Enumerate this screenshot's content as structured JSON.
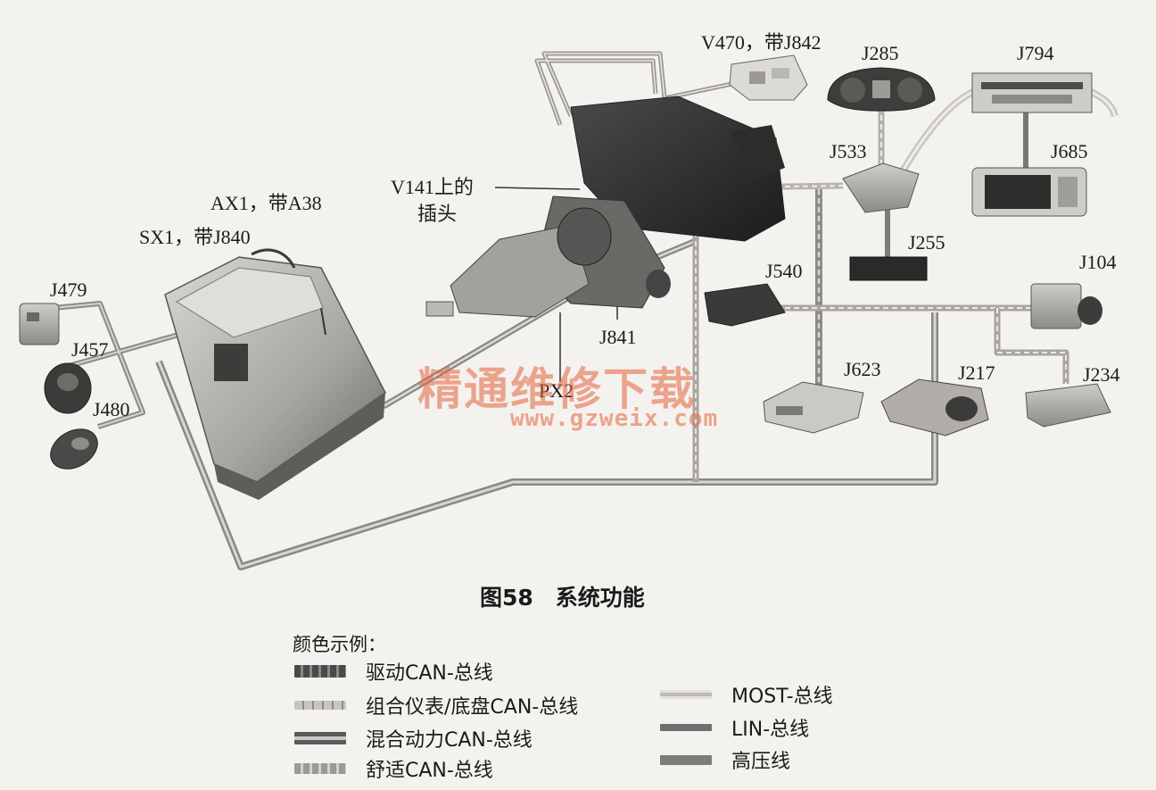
{
  "components": {
    "v470": "V470，带J842",
    "j285": "J285",
    "j794": "J794",
    "j533": "J533",
    "j685": "J685",
    "v141": "V141上的",
    "v141_2": "插头",
    "ax1": "AX1，带A38",
    "sx1": "SX1，带J840",
    "j255": "J255",
    "j540": "J540",
    "j104": "J104",
    "j479": "J479",
    "j457": "J457",
    "j480": "J480",
    "j841": "J841",
    "px2": "PX2",
    "j623": "J623",
    "j217": "J217",
    "j234": "J234"
  },
  "watermark": {
    "chinese": "精通维修下载",
    "url": "www.gzweix.com"
  },
  "caption": "图58　系统功能",
  "legend": {
    "title": "颜色示例：",
    "items": [
      {
        "label": "驱动CAN-总线",
        "style": "drive"
      },
      {
        "label": "组合仪表/底盘CAN-总线",
        "style": "chassis"
      },
      {
        "label": "混合动力CAN-总线",
        "style": "hybrid"
      },
      {
        "label": "舒适CAN-总线",
        "style": "comfort"
      },
      {
        "label": "MOST-总线",
        "style": "most"
      },
      {
        "label": "LIN-总线",
        "style": "lin"
      },
      {
        "label": "高压线",
        "style": "hv"
      }
    ]
  }
}
